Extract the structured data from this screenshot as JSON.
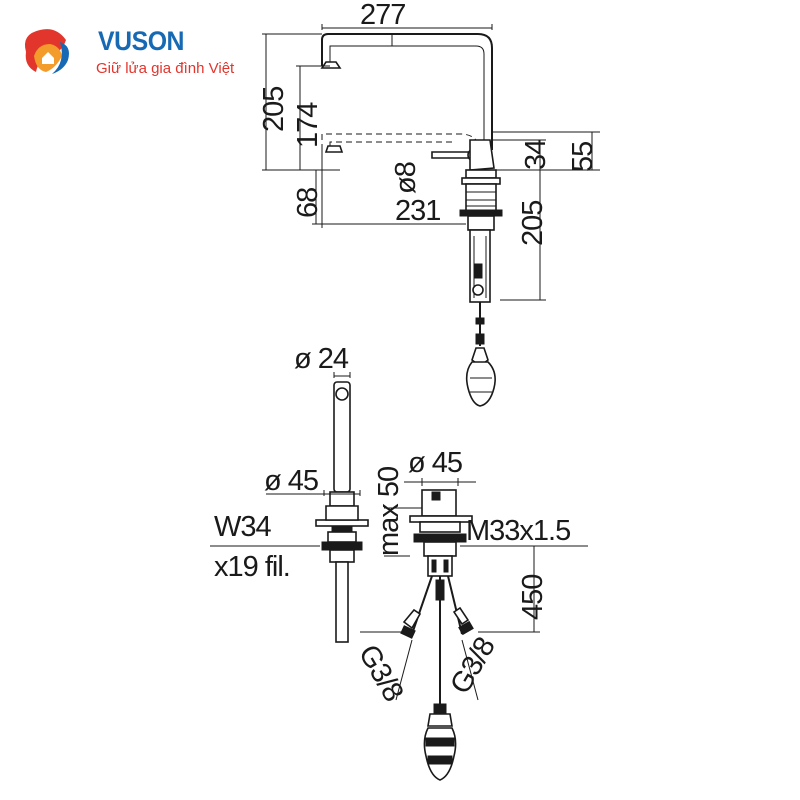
{
  "brand": {
    "name": "VUSON",
    "tagline": "Giữ lửa gia đình Việt",
    "colors": {
      "primary": "#1769b3",
      "accent": "#e2352c",
      "accent2": "#f39c2b"
    },
    "logo_icon": "house-flame-icon"
  },
  "side_view": {
    "overall_width": "277",
    "total_height": "205",
    "spout_height": "174",
    "deck_to_outlet": "68",
    "hose_diameter": "ø8",
    "reach": "231",
    "handle_height": "34",
    "body_height": "55",
    "below_deck": "205"
  },
  "front_view_spout": {
    "spout_diameter": "ø 24",
    "base_diameter": "ø 45",
    "thread": "W34",
    "thread_detail": "x19 fil."
  },
  "front_view_mixer": {
    "base_diameter": "ø 45",
    "max_deck": "max 50",
    "thread": "M33x1.5",
    "hose_length": "450",
    "inlet_left": "G3/8",
    "inlet_right": "G3/8"
  }
}
